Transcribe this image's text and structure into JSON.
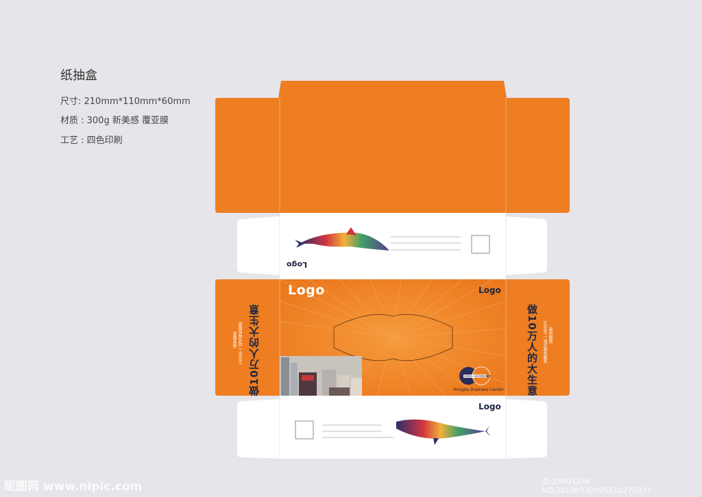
{
  "spec": {
    "title": "纸抽盒",
    "size": "尺寸: 210mm*110mm*60mm",
    "material": "材质 : 300g 新美感  覆亚膜",
    "craft": "工艺 : 四色印刷"
  },
  "box": {
    "front_logo_left": "Logo",
    "front_logo_right": "Logo",
    "upper_logo": "Logo",
    "lower_logo": "Logo",
    "slogan": "做10万人的大生意",
    "side_line_a": "1000平一站式商务服务",
    "side_line_b": "商务服务",
    "brand_caption": "Hongda Business Center",
    "badge_line": "100m一站式商务服务"
  },
  "watermark": {
    "left": "昵图网 www.nipic.com",
    "right": "ID:25891246 NO:20190730095510275037"
  },
  "colors": {
    "orange": "#ee7e21",
    "navy": "#1e2540",
    "background": "#e6e5ea"
  }
}
